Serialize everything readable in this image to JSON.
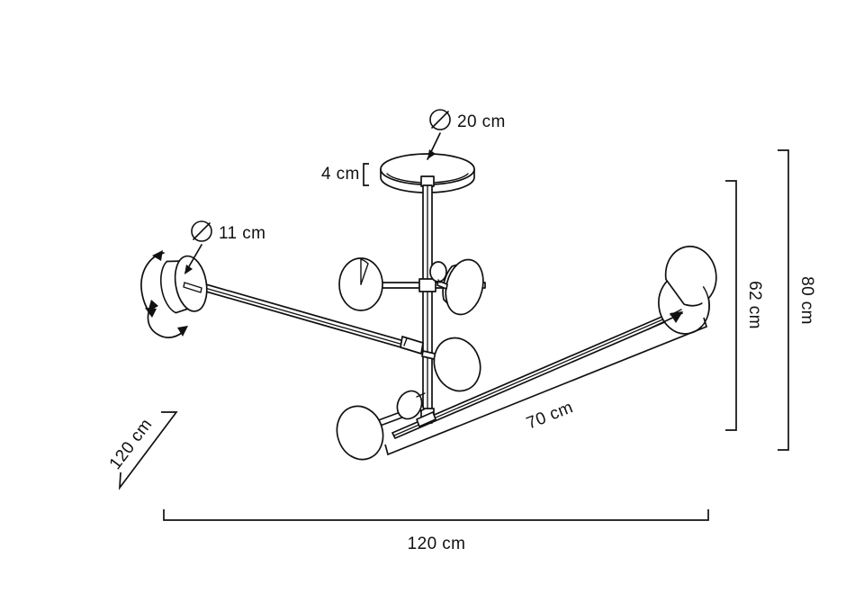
{
  "drawing": {
    "title": "Ceiling lamp technical dimension drawing",
    "subject": "multi-arm ceiling light fixture",
    "line_color": "#111111",
    "background_color": "#ffffff",
    "fill_color": "#ffffff"
  },
  "dimensions": {
    "canopy_diameter": {
      "symbol": "Ø",
      "value": "20 cm",
      "label": "Ø 20 cm",
      "target": "ceiling-canopy"
    },
    "canopy_height": {
      "value": "4 cm",
      "label": "4 cm",
      "target": "ceiling-canopy-thickness"
    },
    "shade_diameter": {
      "symbol": "Ø",
      "value": "11 cm",
      "label": "Ø 11 cm",
      "target": "lamp-head-disc"
    },
    "arm_length": {
      "value": "70 cm",
      "label": "70 cm",
      "target": "long-arm"
    },
    "overall_height": {
      "value": "80 cm",
      "label": "80 cm",
      "target": "fixture-total-height"
    },
    "body_height": {
      "value": "62 cm",
      "label": "62 cm",
      "target": "fixture-body-height"
    },
    "overall_width": {
      "value": "120 cm",
      "label": "120 cm",
      "target": "fixture-total-width"
    },
    "overall_depth": {
      "value": "120 cm",
      "label": "120 cm",
      "target": "fixture-total-depth"
    }
  },
  "annotations": {
    "rotation_arrows": "adjustable-shade-rotation"
  }
}
